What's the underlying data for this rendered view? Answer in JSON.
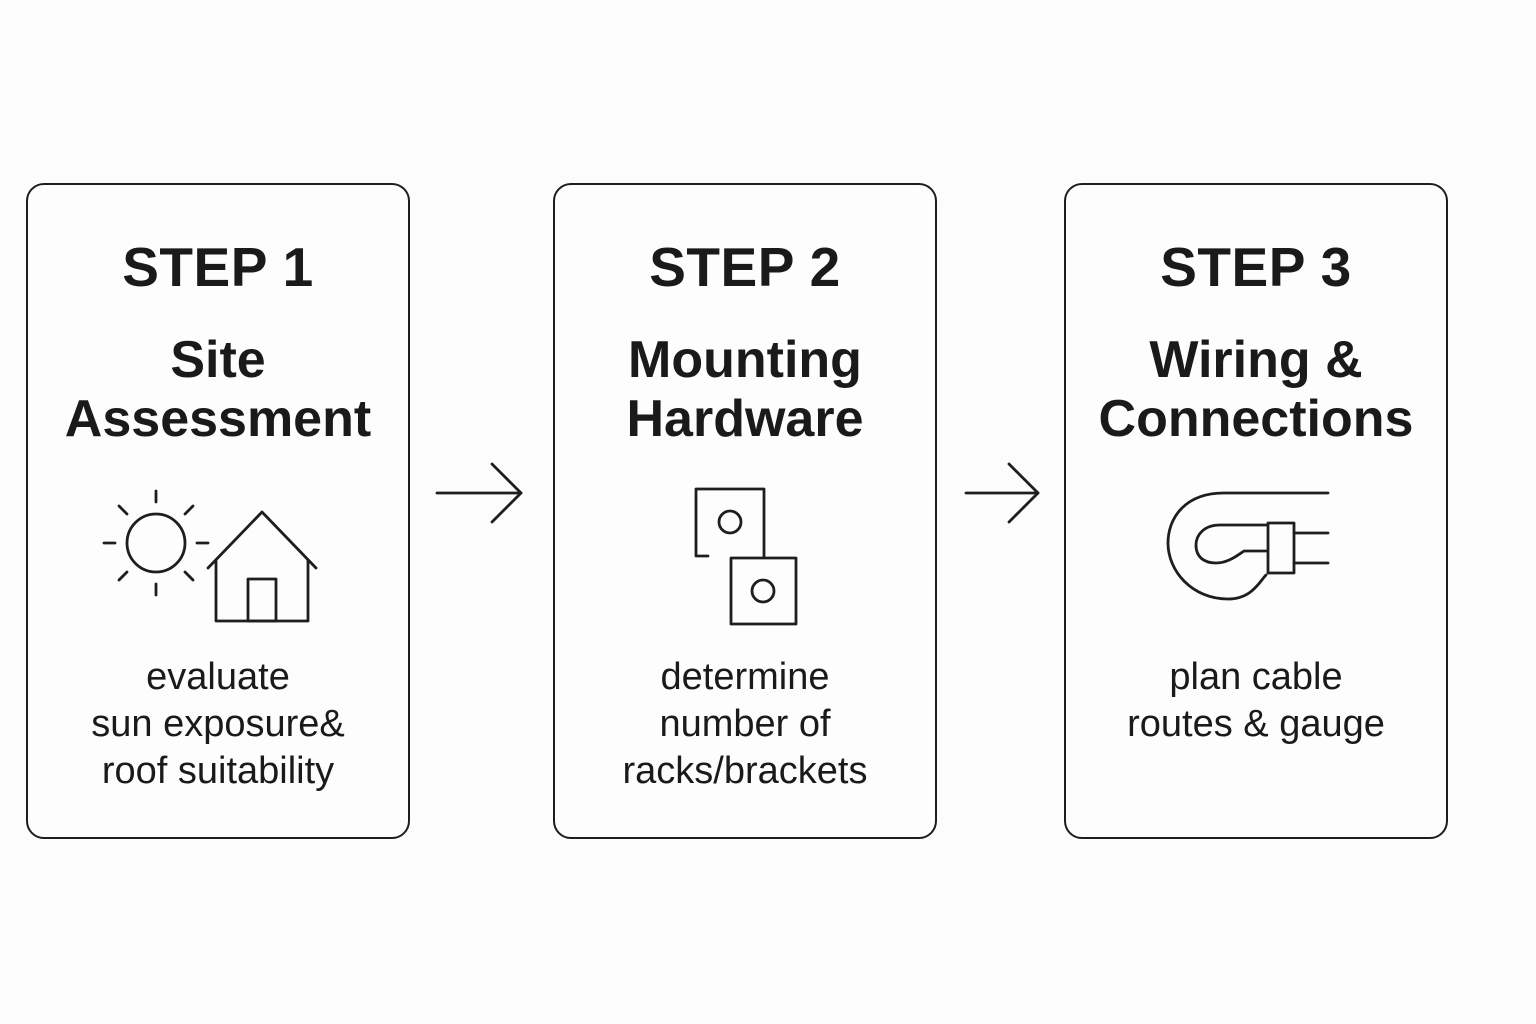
{
  "steps": [
    {
      "label": "STEP 1",
      "title_lines": [
        "Site",
        "Assessment"
      ],
      "icon": "sun-and-house-icon",
      "description_lines": [
        "evaluate",
        "sun exposure&",
        "roof suitability"
      ]
    },
    {
      "label": "STEP 2",
      "title_lines": [
        "Mounting",
        "Hardware"
      ],
      "icon": "mounting-brackets-icon",
      "description_lines": [
        "determine",
        "number of",
        "racks/brackets"
      ]
    },
    {
      "label": "STEP 3",
      "title_lines": [
        "Wiring &",
        "Connections"
      ],
      "icon": "cable-plug-icon",
      "description_lines": [
        "plan cable",
        "routes & gauge"
      ]
    }
  ],
  "connectors": [
    "arrow-right-icon",
    "arrow-right-icon"
  ],
  "colors": {
    "stroke": "#1e1e1e",
    "background": "#fcfcfc"
  }
}
